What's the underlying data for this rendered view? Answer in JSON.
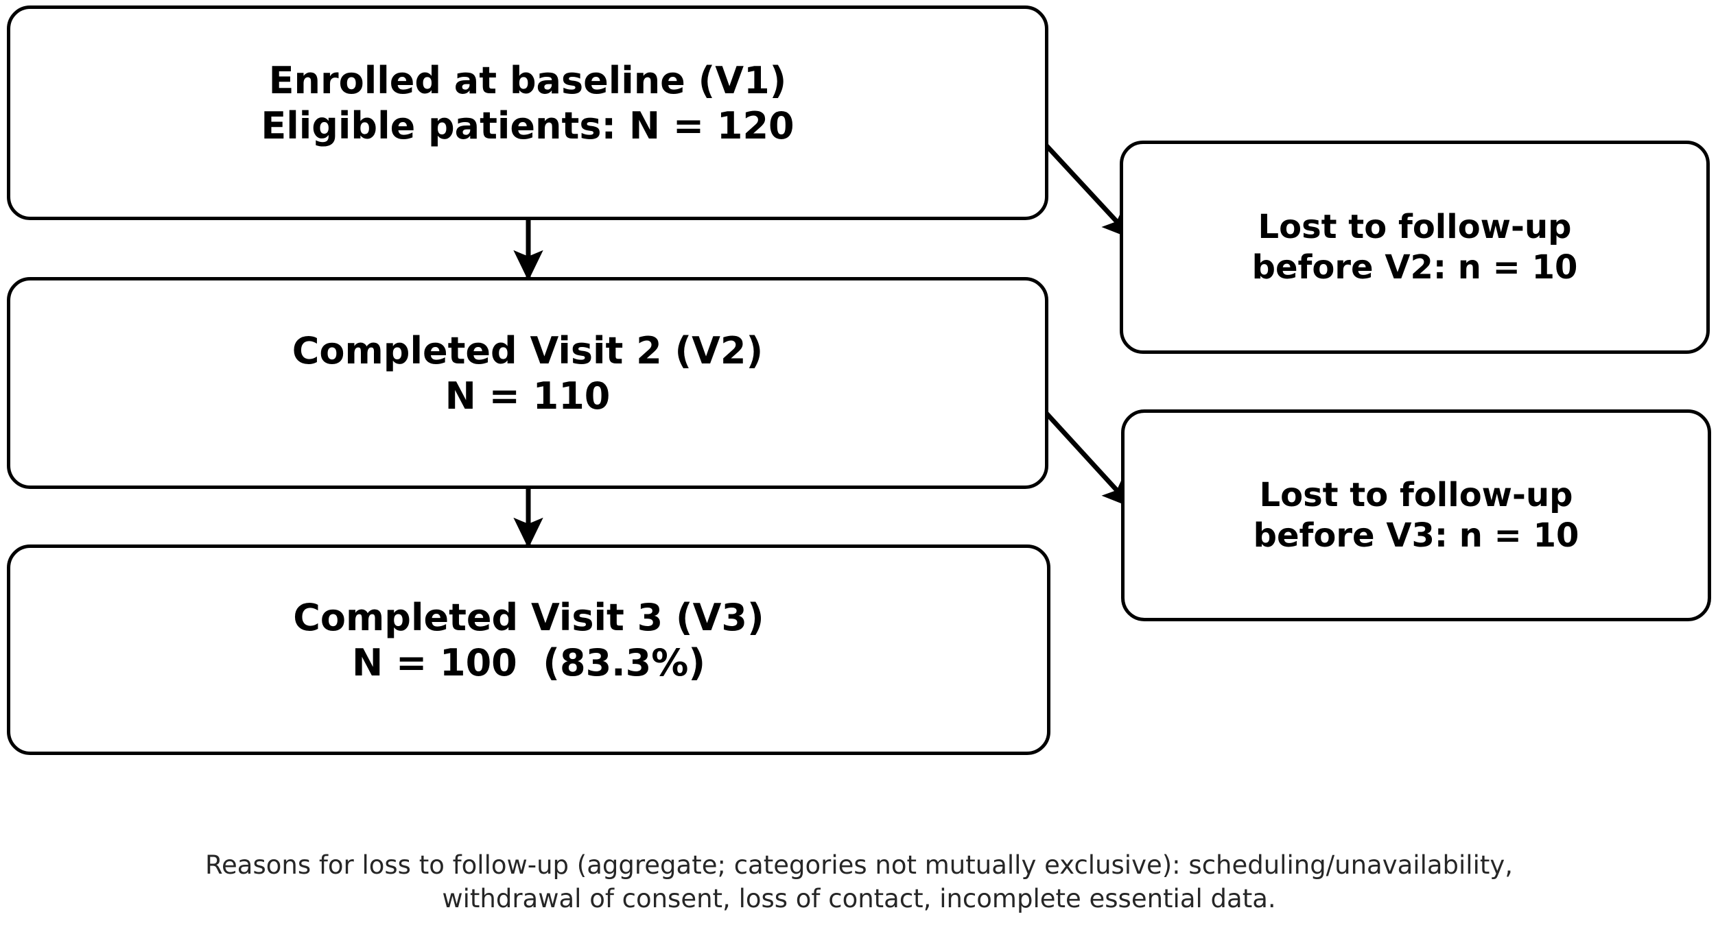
{
  "diagram": {
    "type": "patient-flow-consort",
    "background_color": "#ffffff",
    "box_border_color": "#000000",
    "text_color": "#000000",
    "footnote_color": "#262626"
  },
  "nodes": {
    "v1": {
      "name": "enrolled-at-baseline",
      "line1": "Enrolled at baseline (V1)",
      "line2": "Eligible patients: N = 120",
      "count": 120,
      "visit": "V1"
    },
    "v2": {
      "name": "completed-visit-2",
      "line1": "Completed Visit 2 (V2)",
      "line2": "N = 110",
      "count": 110,
      "visit": "V2"
    },
    "v3": {
      "name": "completed-visit-3",
      "line1": "Completed Visit 3 (V3)",
      "line2": "N = 100  (83.3%)",
      "count": 100,
      "percent": "83.3%",
      "visit": "V3"
    },
    "lost_v2": {
      "name": "lost-to-follow-up-before-v2",
      "line1": "Lost to follow-up",
      "line2": "before V2: n = 10",
      "count": 10,
      "visit": "V2"
    },
    "lost_v3": {
      "name": "lost-to-follow-up-before-v3",
      "line1": "Lost to follow-up",
      "line2": "before V3: n = 10",
      "count": 10,
      "visit": "V3"
    }
  },
  "footnote": {
    "line1": "Reasons for loss to follow-up (aggregate; categories not mutually exclusive): scheduling/unavailability,",
    "line2": "withdrawal of consent, loss of contact, incomplete essential data."
  },
  "connectors": [
    {
      "name": "arrow-v1-to-v2",
      "kind": "vertical",
      "from": "v1",
      "to": "v2"
    },
    {
      "name": "arrow-v2-to-v3",
      "kind": "vertical",
      "from": "v2",
      "to": "v3"
    },
    {
      "name": "arrow-v1-to-lost-v2",
      "kind": "diagonal",
      "from": "v1",
      "to": "lost_v2"
    },
    {
      "name": "arrow-v2-to-lost-v3",
      "kind": "diagonal",
      "from": "v2",
      "to": "lost_v3"
    }
  ]
}
